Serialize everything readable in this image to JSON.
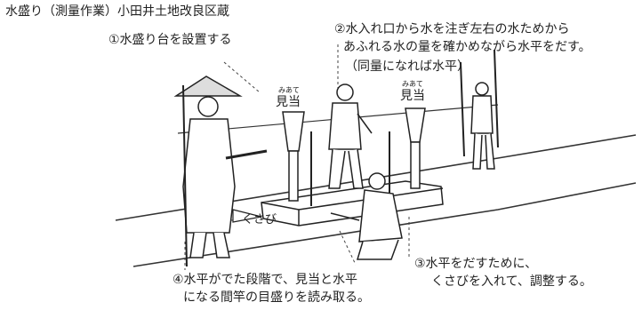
{
  "title": "水盛り（測量作業）小田井土地改良区蔵",
  "annotations": {
    "step1": "①水盛り台を設置する",
    "step2_line1": "②水入れ口から水を注ぎ左右の水ためから",
    "step2_line2": "あふれる水の量を確かめながら水平をだす。",
    "step2_line3": "（同量になれば水平）",
    "step3_line1": "③水平をだすために、",
    "step3_line2": "くさびを入れて、調整する。",
    "step4_line1": "④水平がでた段階で、見当と水平",
    "step4_line2": "になる間竿の目盛りを読み取る。"
  },
  "labels": {
    "kento_left": "見当",
    "kento_left_reading": "みあて",
    "kento_right": "見当",
    "kento_right_reading": "みあて",
    "kusabi": "くさび"
  }
}
